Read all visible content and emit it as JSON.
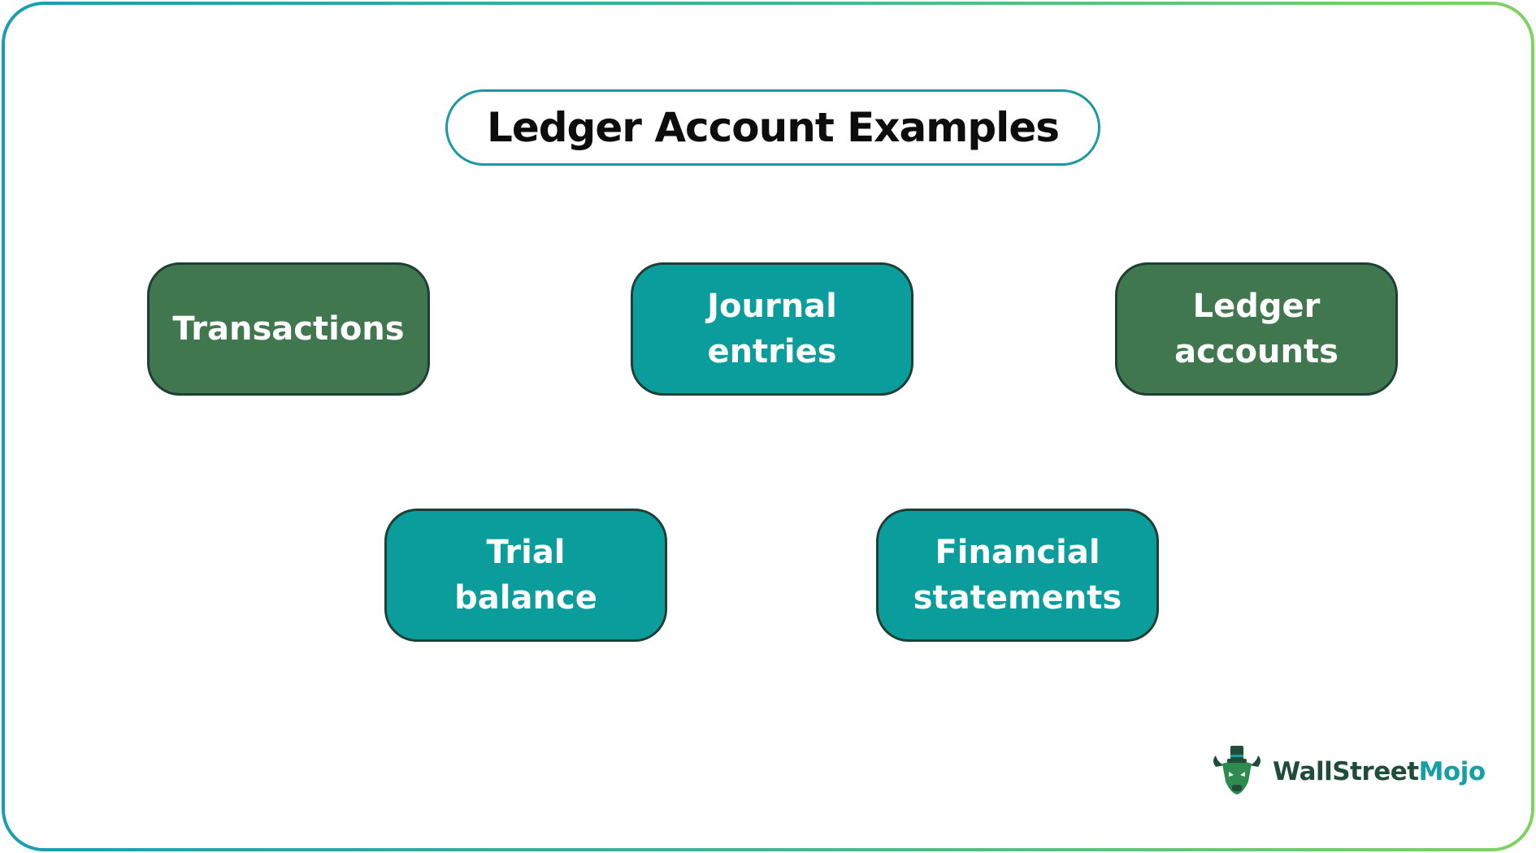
{
  "title": "Ledger Account Examples",
  "colors": {
    "dark_green": "#41774e",
    "teal": "#0a9d9c",
    "node_border": "#1e3f33",
    "title_border": "#1a9aa0",
    "frame_gradient_start": "#1a9db1",
    "frame_gradient_end": "#7fd35f"
  },
  "nodes": [
    {
      "label": "Transactions",
      "color": "#41774e"
    },
    {
      "label": "Journal\nentries",
      "color": "#0a9d9c"
    },
    {
      "label": "Ledger\naccounts",
      "color": "#41774e"
    },
    {
      "label": "Trial\nbalance",
      "color": "#0a9d9c"
    },
    {
      "label": "Financial\nstatements",
      "color": "#0a9d9c"
    }
  ],
  "logo": {
    "part1": "WallStreet",
    "part2": "Mojo",
    "icon": "bull-with-top-hat-icon"
  }
}
